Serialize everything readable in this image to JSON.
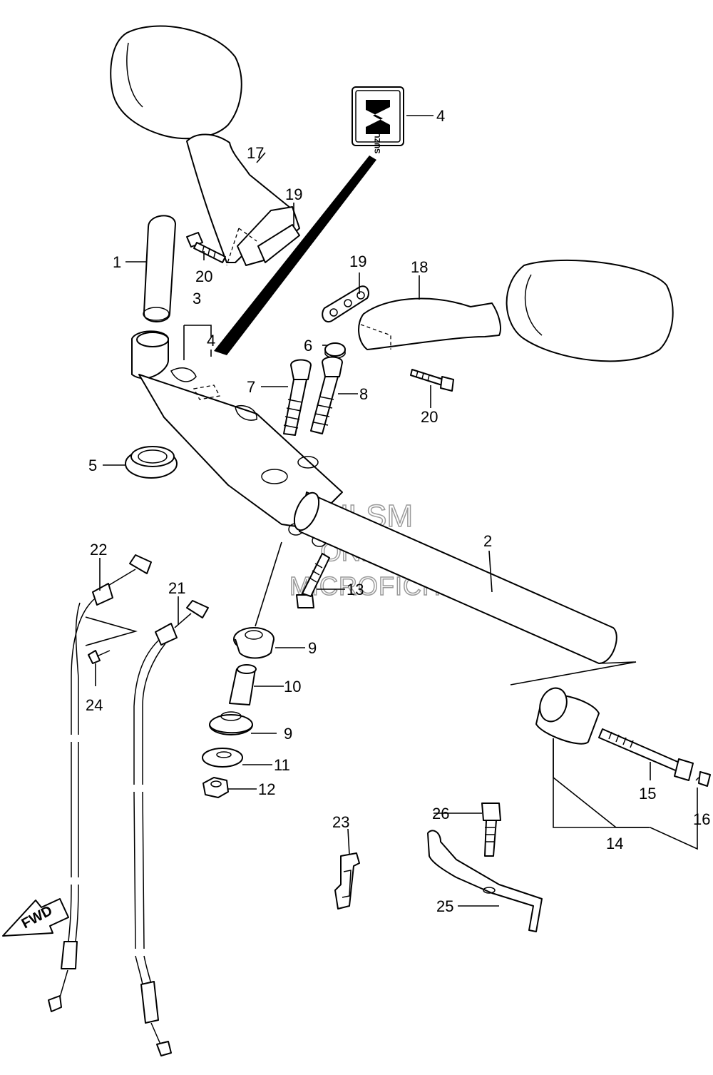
{
  "brand_label": "SUZUKI",
  "watermark": {
    "line1": "HLSM",
    "line2": "ONLINE",
    "line3": "MICROFICHE"
  },
  "direction_label": "FWD",
  "callouts": {
    "c1": "1",
    "c2": "2",
    "c3": "3",
    "c4a": "4",
    "c4b": "4",
    "c5": "5",
    "c6": "6",
    "c7": "7",
    "c8": "8",
    "c9a": "9",
    "c9b": "9",
    "c10": "10",
    "c11": "11",
    "c12": "12",
    "c13": "13",
    "c14": "14",
    "c15": "15",
    "c16": "16",
    "c17": "17",
    "c18": "18",
    "c19a": "19",
    "c19b": "19",
    "c20a": "20",
    "c20b": "20",
    "c21": "21",
    "c22": "22",
    "c23": "23",
    "c24": "24",
    "c25": "25",
    "c26": "26"
  }
}
